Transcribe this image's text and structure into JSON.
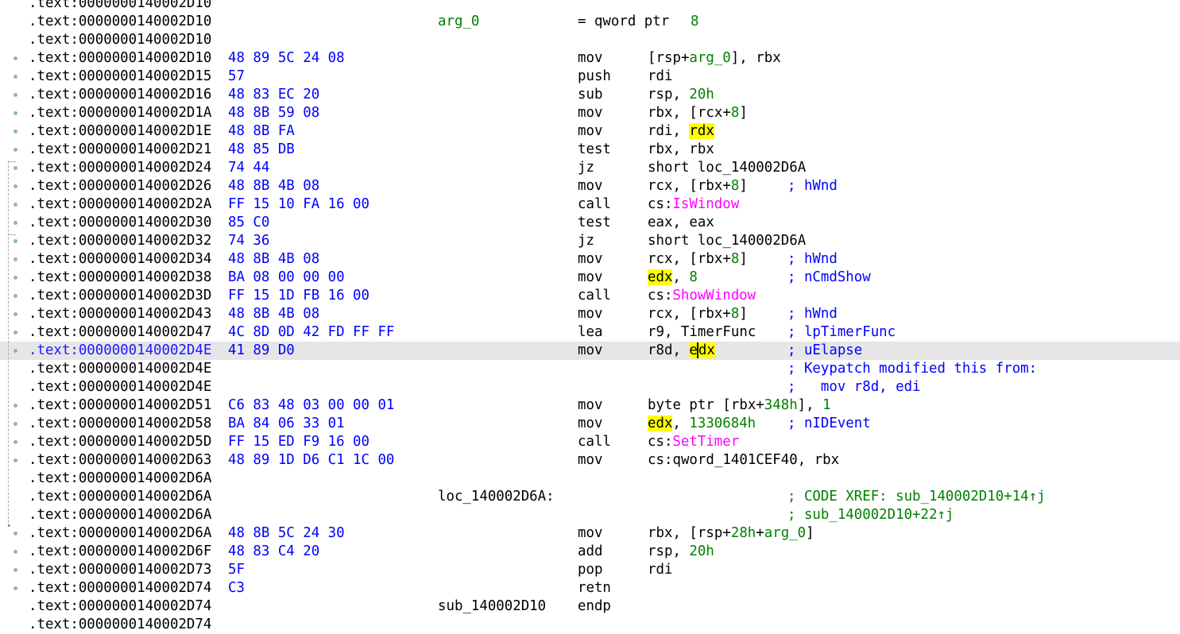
{
  "view": {
    "title": "IDA View"
  },
  "colors": {
    "address": "#000000",
    "bytes": "#0000ff",
    "immediate": "#008000",
    "import": "#ff00ff",
    "comment": "#0000ff",
    "xref_comment": "#008000",
    "highlight": "#ffff00",
    "current_line": "#e6e6e6",
    "bullet": "#7ab9e3"
  },
  "lines": [
    {
      "addr": ".text:0000000140002D10",
      "bytes": "",
      "label": "",
      "mnem": "",
      "operands": "",
      "comment": ""
    },
    {
      "addr": ".text:0000000140002D10",
      "bytes": "",
      "label": "arg_0",
      "label_color": "green",
      "mnem": "= qword ptr",
      "operands": "8",
      "comment": ""
    },
    {
      "addr": ".text:0000000140002D10",
      "bytes": "",
      "label": "",
      "mnem": "",
      "operands": "",
      "comment": ""
    },
    {
      "addr": ".text:0000000140002D10",
      "bytes": "48 89 5C 24 08",
      "label": "",
      "mnem": "mov",
      "operands": "[rsp+arg_0], rbx",
      "comment": "",
      "bullet": true
    },
    {
      "addr": ".text:0000000140002D15",
      "bytes": "57",
      "label": "",
      "mnem": "push",
      "operands": "rdi",
      "comment": "",
      "bullet": true
    },
    {
      "addr": ".text:0000000140002D16",
      "bytes": "48 83 EC 20",
      "label": "",
      "mnem": "sub",
      "operands": "rsp, 20h",
      "comment": "",
      "bullet": true
    },
    {
      "addr": ".text:0000000140002D1A",
      "bytes": "48 8B 59 08",
      "label": "",
      "mnem": "mov",
      "operands": "rbx, [rcx+8]",
      "comment": "",
      "bullet": true
    },
    {
      "addr": ".text:0000000140002D1E",
      "bytes": "48 8B FA",
      "label": "",
      "mnem": "mov",
      "operands": "rdi, rdx",
      "comment": "",
      "bullet": true
    },
    {
      "addr": ".text:0000000140002D21",
      "bytes": "48 85 DB",
      "label": "",
      "mnem": "test",
      "operands": "rbx, rbx",
      "comment": "",
      "bullet": true
    },
    {
      "addr": ".text:0000000140002D24",
      "bytes": "74 44",
      "label": "",
      "mnem": "jz",
      "operands": "short loc_140002D6A",
      "comment": "",
      "bullet": true
    },
    {
      "addr": ".text:0000000140002D26",
      "bytes": "48 8B 4B 08",
      "label": "",
      "mnem": "mov",
      "operands": "rcx, [rbx+8]",
      "comment": "; hWnd",
      "bullet": true
    },
    {
      "addr": ".text:0000000140002D2A",
      "bytes": "FF 15 10 FA 16 00",
      "label": "",
      "mnem": "call",
      "operands": "cs:IsWindow",
      "comment": "",
      "bullet": true
    },
    {
      "addr": ".text:0000000140002D30",
      "bytes": "85 C0",
      "label": "",
      "mnem": "test",
      "operands": "eax, eax",
      "comment": "",
      "bullet": true
    },
    {
      "addr": ".text:0000000140002D32",
      "bytes": "74 36",
      "label": "",
      "mnem": "jz",
      "operands": "short loc_140002D6A",
      "comment": "",
      "bullet": true
    },
    {
      "addr": ".text:0000000140002D34",
      "bytes": "48 8B 4B 08",
      "label": "",
      "mnem": "mov",
      "operands": "rcx, [rbx+8]",
      "comment": "; hWnd",
      "bullet": true
    },
    {
      "addr": ".text:0000000140002D38",
      "bytes": "BA 08 00 00 00",
      "label": "",
      "mnem": "mov",
      "operands": "edx, 8",
      "comment": "; nCmdShow",
      "bullet": true
    },
    {
      "addr": ".text:0000000140002D3D",
      "bytes": "FF 15 1D FB 16 00",
      "label": "",
      "mnem": "call",
      "operands": "cs:ShowWindow",
      "comment": "",
      "bullet": true
    },
    {
      "addr": ".text:0000000140002D43",
      "bytes": "48 8B 4B 08",
      "label": "",
      "mnem": "mov",
      "operands": "rcx, [rbx+8]",
      "comment": "; hWnd",
      "bullet": true
    },
    {
      "addr": ".text:0000000140002D47",
      "bytes": "4C 8D 0D 42 FD FF FF",
      "label": "",
      "mnem": "lea",
      "operands": "r9, TimerFunc",
      "comment": "; lpTimerFunc",
      "bullet": true
    },
    {
      "addr": ".text:0000000140002D4E",
      "bytes": "41 89 D0",
      "label": "",
      "mnem": "mov",
      "operands": "r8d, edx",
      "comment": "; uElapse",
      "bullet": true,
      "current": true
    },
    {
      "addr": ".text:0000000140002D4E",
      "bytes": "",
      "label": "",
      "mnem": "",
      "operands": "",
      "comment": "; Keypatch modified this from:"
    },
    {
      "addr": ".text:0000000140002D4E",
      "bytes": "",
      "label": "",
      "mnem": "",
      "operands": "",
      "comment": ";   mov r8d, edi"
    },
    {
      "addr": ".text:0000000140002D51",
      "bytes": "C6 83 48 03 00 00 01",
      "label": "",
      "mnem": "mov",
      "operands": "byte ptr [rbx+348h], 1",
      "comment": "",
      "bullet": true
    },
    {
      "addr": ".text:0000000140002D58",
      "bytes": "BA 84 06 33 01",
      "label": "",
      "mnem": "mov",
      "operands": "edx, 1330684h",
      "comment": "; nIDEvent",
      "bullet": true
    },
    {
      "addr": ".text:0000000140002D5D",
      "bytes": "FF 15 ED F9 16 00",
      "label": "",
      "mnem": "call",
      "operands": "cs:SetTimer",
      "comment": "",
      "bullet": true
    },
    {
      "addr": ".text:0000000140002D63",
      "bytes": "48 89 1D D6 C1 1C 00",
      "label": "",
      "mnem": "mov",
      "operands": "cs:qword_1401CEF40, rbx",
      "comment": "",
      "bullet": true
    },
    {
      "addr": ".text:0000000140002D6A",
      "bytes": "",
      "label": "",
      "mnem": "",
      "operands": "",
      "comment": ""
    },
    {
      "addr": ".text:0000000140002D6A",
      "bytes": "",
      "label": "loc_140002D6A:",
      "mnem": "",
      "operands": "",
      "comment": "; CODE XREF: sub_140002D10+14↑j",
      "comment_color": "xref"
    },
    {
      "addr": ".text:0000000140002D6A",
      "bytes": "",
      "label": "",
      "mnem": "",
      "operands": "",
      "comment": "; sub_140002D10+22↑j",
      "comment_color": "xref"
    },
    {
      "addr": ".text:0000000140002D6A",
      "bytes": "48 8B 5C 24 30",
      "label": "",
      "mnem": "mov",
      "operands": "rbx, [rsp+28h+arg_0]",
      "comment": "",
      "bullet": true
    },
    {
      "addr": ".text:0000000140002D6F",
      "bytes": "48 83 C4 20",
      "label": "",
      "mnem": "add",
      "operands": "rsp, 20h",
      "comment": "",
      "bullet": true
    },
    {
      "addr": ".text:0000000140002D73",
      "bytes": "5F",
      "label": "",
      "mnem": "pop",
      "operands": "rdi",
      "comment": "",
      "bullet": true
    },
    {
      "addr": ".text:0000000140002D74",
      "bytes": "C3",
      "label": "",
      "mnem": "retn",
      "operands": "",
      "comment": "",
      "bullet": true
    },
    {
      "addr": ".text:0000000140002D74",
      "bytes": "",
      "label": "sub_140002D10",
      "mnem": "endp",
      "operands": "",
      "comment": ""
    },
    {
      "addr": ".text:0000000140002D74",
      "bytes": "",
      "label": "",
      "mnem": "",
      "operands": "",
      "comment": ""
    }
  ]
}
